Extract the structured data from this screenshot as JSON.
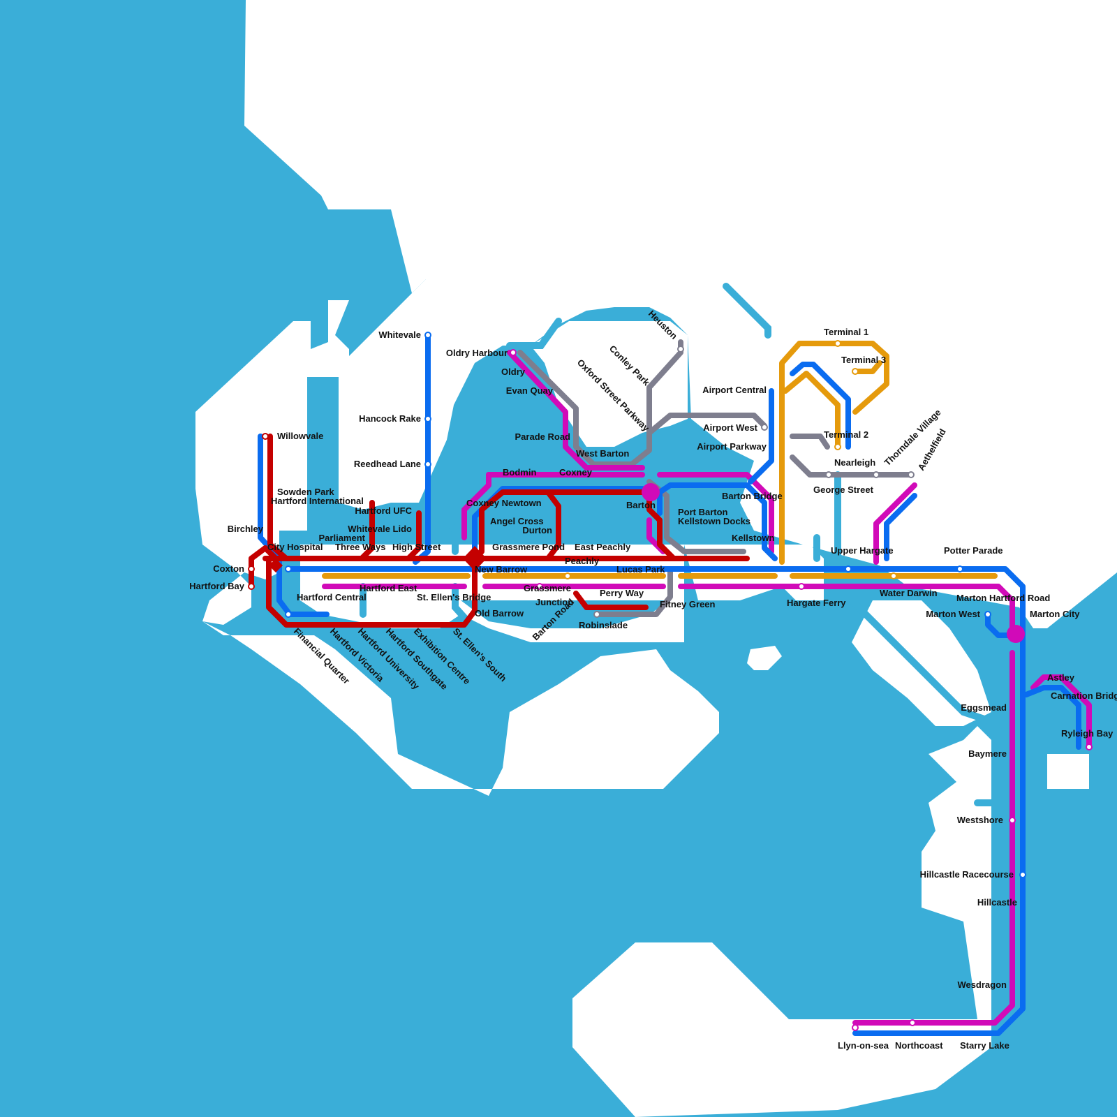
{
  "map": {
    "colors": {
      "water": "#3aaed8",
      "land": "#ffffff",
      "red": "#c40000",
      "blue": "#0a6cf0",
      "magenta": "#d10ab8",
      "orange": "#e59a0c",
      "grey": "#7e7e8e",
      "light_blue": "#3aaed8"
    },
    "stations": [
      "Whitevale",
      "Hancock Rake",
      "Reedhead Lane",
      "Willowvale",
      "Sowden Park",
      "Hartford International",
      "Hartford UFC",
      "Whitevale Lido",
      "Parliament",
      "Three Ways",
      "High Street",
      "City Hospital",
      "Birchley",
      "Coxton",
      "Hartford Bay",
      "Hartford Central",
      "Hartford East",
      "St. Ellen's Bridge",
      "Financial Quarter",
      "Hartford Victoria",
      "Hartford University",
      "Hartford Southgate",
      "Exhibition Centre",
      "St. Ellen's South",
      "Old Barrow",
      "New Barrow",
      "Oldry Harbour",
      "Oldry",
      "Evan Quay",
      "Parade Road",
      "Bodmin",
      "Coxney",
      "West Barton",
      "Coxney Newtown",
      "Angel Cross",
      "Durton",
      "Grassmere Pond",
      "East Peachly",
      "Peachly",
      "Grassmere",
      "Junction",
      "Barton Road",
      "Perry Way",
      "Robinslade",
      "Fitney Green",
      "Lucas Park",
      "Barton",
      "Heuston",
      "Conley Park",
      "Oxford Street Parkway",
      "Airport Central",
      "Airport West",
      "Airport Parkway",
      "Port Barton",
      "Kellstown Docks",
      "Kellstown",
      "Barton Bridge",
      "Terminal 1",
      "Terminal 3",
      "Terminal 2",
      "Nearleigh",
      "George Street",
      "Thorndale Village",
      "Aethelfield",
      "Upper Hargate",
      "Potter Parade",
      "Water Darwin",
      "Hargate Ferry",
      "Marton Hartford Road",
      "Marton West",
      "Marton City",
      "Astley",
      "Carnation Bridge",
      "Eggsmead",
      "Ryleigh Bay",
      "Baymere",
      "Westshore",
      "Hillcastle Racecourse",
      "Hillcastle",
      "Wesdragon",
      "Llyn-on-sea",
      "Northcoast",
      "Starry Lake"
    ]
  }
}
